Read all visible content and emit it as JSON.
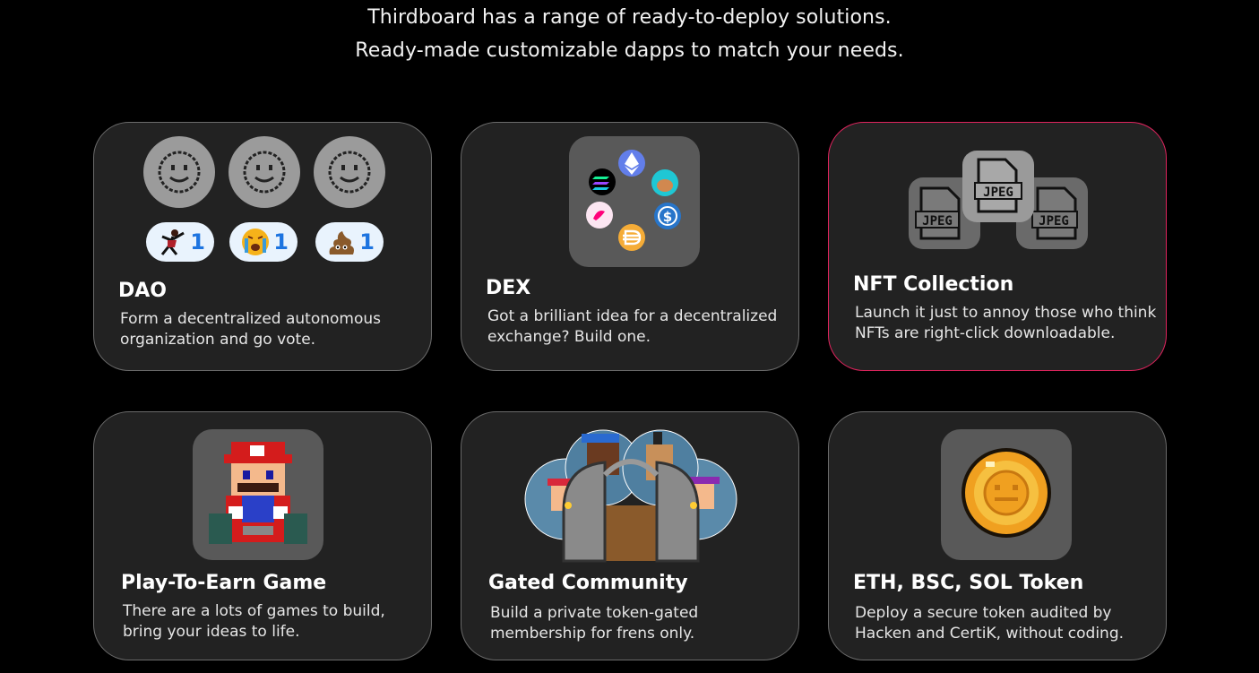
{
  "intro": {
    "line1": "Thirdboard has a range of ready-to-deploy solutions.",
    "line2": "Ready-made customizable dapps to match your needs."
  },
  "cards": [
    {
      "title": "DAO",
      "desc": "Form a decentralized autonomous organization and go vote.",
      "reactions": [
        {
          "icon": "dancer-icon",
          "count": "1"
        },
        {
          "icon": "crying-face-icon",
          "count": "1"
        },
        {
          "icon": "poop-icon",
          "count": "1"
        }
      ]
    },
    {
      "title": "DEX",
      "desc": "Got a brilliant idea for a decentralized exchange? Build one.",
      "tokens": [
        "ethereum-icon",
        "solana-icon",
        "pancakeswap-icon",
        "uniswap-icon",
        "usdc-icon",
        "dai-icon"
      ]
    },
    {
      "title": "NFT Collection",
      "desc": "Launch it just to annoy those who think NFTs are right-click downloadable.",
      "file_label": "JPEG"
    },
    {
      "title": "Play-To-Earn Game",
      "desc": "There are a lots of games to build, bring your ideas to life."
    },
    {
      "title": "Gated Community",
      "desc": "Build a private token-gated membership for frens only."
    },
    {
      "title": "ETH, BSC, SOL Token",
      "desc": "Deploy a secure token audited by Hacken and CertiK, without coding."
    }
  ],
  "colors": {
    "background": "#000000",
    "card": "#222222",
    "card_border": "#6b6b6b",
    "highlight_border": "#e0245e",
    "reaction_count": "#1d74e0"
  }
}
